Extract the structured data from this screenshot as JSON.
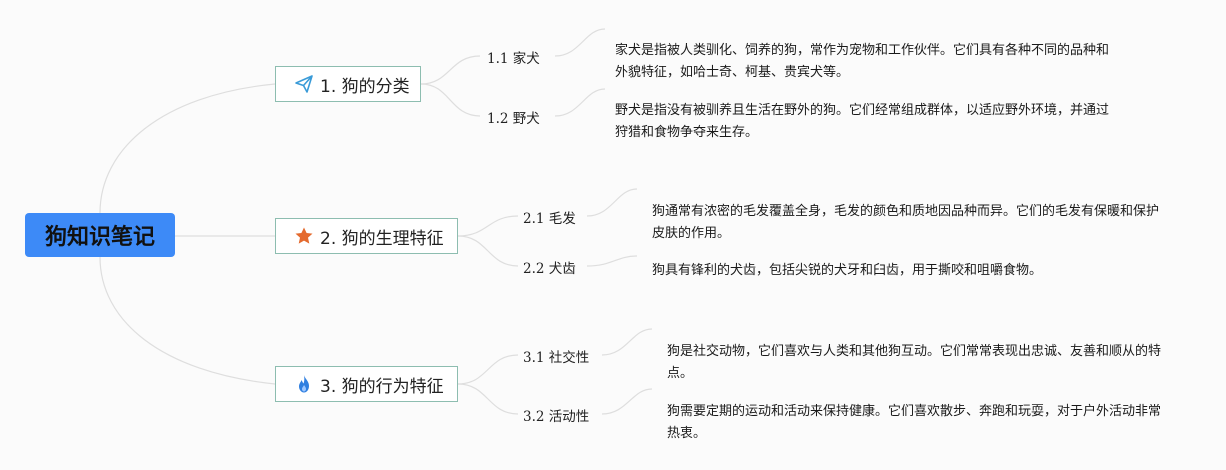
{
  "root": {
    "label": "狗知识笔记"
  },
  "branches": [
    {
      "label": "1. 狗的分类",
      "icon": "paper-plane-icon",
      "children": [
        {
          "label": "1.1 家犬",
          "note": "家犬是指被人类驯化、饲养的狗，常作为宠物和工作伙伴。它们具有各种不同的品种和外貌特征，如哈士奇、柯基、贵宾犬等。"
        },
        {
          "label": "1.2 野犬",
          "note": "野犬是指没有被驯养且生活在野外的狗。它们经常组成群体，以适应野外环境，并通过狩猎和食物争夺来生存。"
        }
      ]
    },
    {
      "label": "2. 狗的生理特征",
      "icon": "star-icon",
      "children": [
        {
          "label": "2.1 毛发",
          "note": "狗通常有浓密的毛发覆盖全身，毛发的颜色和质地因品种而异。它们的毛发有保暖和保护皮肤的作用。"
        },
        {
          "label": "2.2 犬齿",
          "note": "狗具有锋利的犬齿，包括尖锐的犬牙和臼齿，用于撕咬和咀嚼食物。"
        }
      ]
    },
    {
      "label": "3. 狗的行为特征",
      "icon": "fire-icon",
      "children": [
        {
          "label": "3.1 社交性",
          "note": "狗是社交动物，它们喜欢与人类和其他狗互动。它们常常表现出忠诚、友善和顺从的特点。"
        },
        {
          "label": "3.2 活动性",
          "note": "狗需要定期的运动和活动来保持健康。它们喜欢散步、奔跑和玩耍，对于户外活动非常热衷。"
        }
      ]
    }
  ],
  "colors": {
    "root": "#3d8af7",
    "branch_border": "#8dbdb0",
    "line": "#dedede",
    "paper_plane": "#3a9bd8",
    "star": "#e46a2e",
    "fire": "#2f7fe0"
  }
}
